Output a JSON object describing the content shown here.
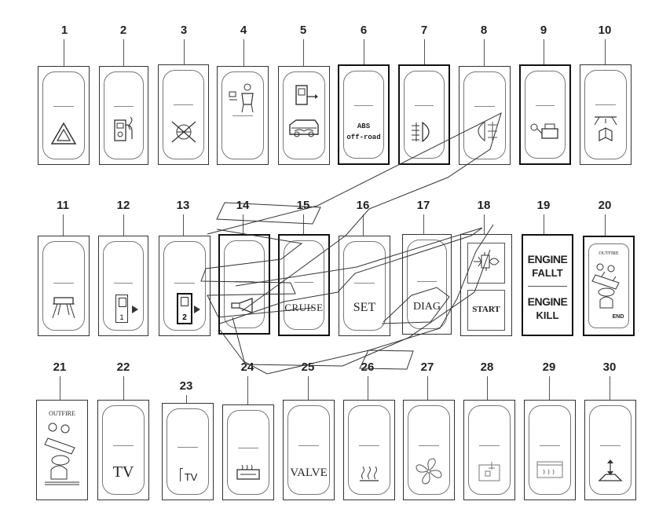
{
  "switches": [
    {
      "id": "1",
      "name": "hazard-warning"
    },
    {
      "id": "2",
      "name": "fuel-heater"
    },
    {
      "id": "3",
      "name": "crossed-out"
    },
    {
      "id": "4",
      "name": "passenger-seat"
    },
    {
      "id": "5",
      "name": "door-and-vehicle"
    },
    {
      "id": "6",
      "name": "abs-off-road",
      "line1": "ABS",
      "line2": "off-road"
    },
    {
      "id": "7",
      "name": "fog-light"
    },
    {
      "id": "8",
      "name": "rear-fog-light"
    },
    {
      "id": "9",
      "name": "work-light"
    },
    {
      "id": "10",
      "name": "interior-reading-light"
    },
    {
      "id": "11",
      "name": "ceiling-lamp"
    },
    {
      "id": "12",
      "name": "door-1",
      "door_label": "1"
    },
    {
      "id": "13",
      "name": "door-2",
      "door_label": "2"
    },
    {
      "id": "14",
      "name": "horn"
    },
    {
      "id": "15",
      "name": "cruise",
      "text": "CRUISE"
    },
    {
      "id": "16",
      "name": "set",
      "text": "SET"
    },
    {
      "id": "17",
      "name": "diag",
      "text": "DIAG"
    },
    {
      "id": "18",
      "name": "start",
      "text": "START"
    },
    {
      "id": "19",
      "name": "engine-fault-kill",
      "top_line1": "ENGINE",
      "top_line2": "FALLT",
      "bottom_line1": "ENGINE",
      "bottom_line2": "KILL"
    },
    {
      "id": "20",
      "name": "fire-suppression",
      "header": "OUTFIRE",
      "footer": "END"
    },
    {
      "id": "21",
      "name": "outfire",
      "header": "OUTFIRE"
    },
    {
      "id": "22",
      "name": "tv",
      "text": "TV"
    },
    {
      "id": "23",
      "name": "tv-small",
      "text": "TV"
    },
    {
      "id": "24",
      "name": "heated-seat"
    },
    {
      "id": "25",
      "name": "valve",
      "text": "VALVE"
    },
    {
      "id": "26",
      "name": "heater"
    },
    {
      "id": "27",
      "name": "fan"
    },
    {
      "id": "28",
      "name": "cabinet"
    },
    {
      "id": "29",
      "name": "water-heater"
    },
    {
      "id": "30",
      "name": "kneeling"
    }
  ]
}
